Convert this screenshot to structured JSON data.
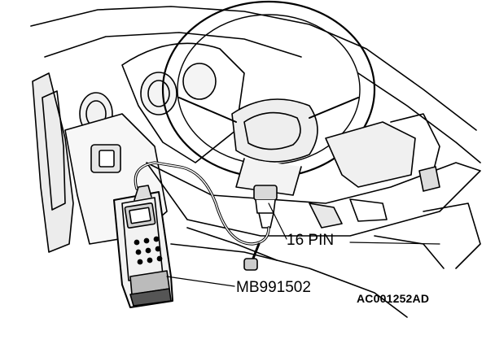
{
  "labels": {
    "connector_pin": "16 PIN",
    "tool_part_number": "MB991502",
    "figure_code": "AC001252AD"
  },
  "colors": {
    "ink": "#000000",
    "paper": "#ffffff",
    "shade": "#d9d9d9"
  }
}
